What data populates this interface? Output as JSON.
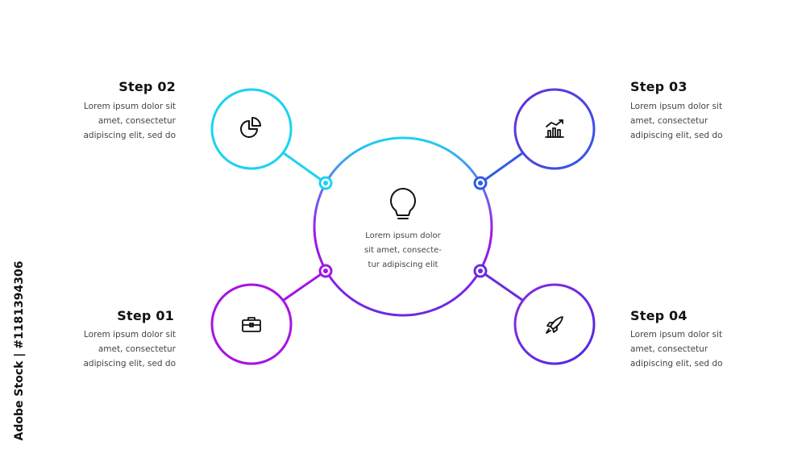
{
  "watermark": {
    "side_text": "Adobe Stock | #1181394306"
  },
  "center": {
    "icon": "lightbulb-icon",
    "text_lines": [
      "Lorem ipsum dolor",
      "sit amet, consecte-",
      "tur adipiscing elit"
    ]
  },
  "steps": [
    {
      "title": "Step 01",
      "icon": "briefcase-icon",
      "color": "#A514E6",
      "lines": [
        "Lorem ipsum dolor sit",
        "amet, consectetur",
        "adipiscing elit, sed do"
      ]
    },
    {
      "title": "Step 02",
      "icon": "pie-chart-icon",
      "color": "#1BD2F2",
      "lines": [
        "Lorem ipsum dolor sit",
        "amet, consectetur",
        "adipiscing elit, sed do"
      ]
    },
    {
      "title": "Step 03",
      "icon": "bar-chart-icon",
      "color": "#2F5BE6",
      "lines": [
        "Lorem ipsum dolor sit",
        "amet, consectetur",
        "adipiscing elit, sed do"
      ]
    },
    {
      "title": "Step 04",
      "icon": "rocket-icon",
      "color": "#6A2BE0",
      "lines": [
        "Lorem ipsum dolor sit",
        "amet, consectetur",
        "adipiscing elit, sed do"
      ]
    }
  ],
  "colors": {
    "cyan": "#1BD2F2",
    "blue": "#2F5BE6",
    "purple": "#A514E6",
    "violet": "#6A2BE0"
  }
}
